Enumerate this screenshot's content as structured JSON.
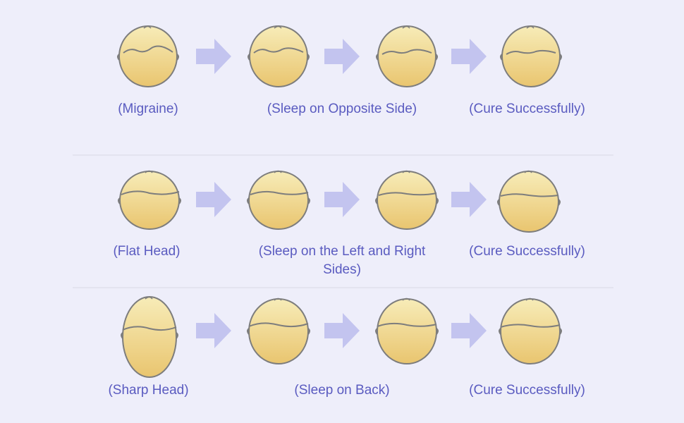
{
  "rows": [
    {
      "name": "migraine",
      "labels": [
        "(Migraine)",
        "(Sleep on Opposite Side)",
        "(Cure Successfully)"
      ]
    },
    {
      "name": "flat-head",
      "labels": [
        "(Flat Head)",
        "(Sleep on the Left and Right Sides)",
        "(Cure Successfully)"
      ]
    },
    {
      "name": "sharp-head",
      "labels": [
        "(Sharp Head)",
        "(Sleep on Back)",
        "(Cure Successfully)"
      ]
    }
  ],
  "colors": {
    "background": "#eeeefa",
    "head_fill_top": "#f7ecb8",
    "head_fill_bottom": "#e9c56f",
    "head_outline": "#7d7d7d",
    "arrow": "#c3c4ef",
    "label": "#5a5bc0",
    "divider": "#e3e3ef"
  }
}
